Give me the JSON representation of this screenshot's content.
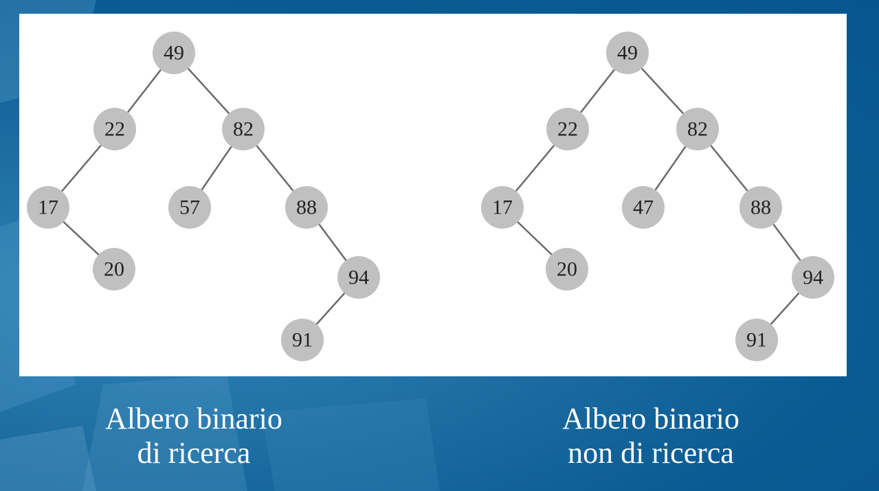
{
  "colors": {
    "node_fill": "#c0c0c0",
    "edge": "#6a6a6a",
    "panel": "#ffffff",
    "caption": "#ffffff"
  },
  "trees": [
    {
      "nodes": [
        {
          "id": "n49",
          "value": "49"
        },
        {
          "id": "n22",
          "value": "22"
        },
        {
          "id": "n82",
          "value": "82"
        },
        {
          "id": "n17",
          "value": "17"
        },
        {
          "id": "n57",
          "value": "57"
        },
        {
          "id": "n88",
          "value": "88"
        },
        {
          "id": "n20",
          "value": "20"
        },
        {
          "id": "n94",
          "value": "94"
        },
        {
          "id": "n91",
          "value": "91"
        }
      ],
      "edges": [
        [
          "n49",
          "n22"
        ],
        [
          "n49",
          "n82"
        ],
        [
          "n22",
          "n17"
        ],
        [
          "n17",
          "n20"
        ],
        [
          "n82",
          "n57"
        ],
        [
          "n82",
          "n88"
        ],
        [
          "n88",
          "n94"
        ],
        [
          "n94",
          "n91"
        ]
      ],
      "caption": [
        "Albero binario",
        "di ricerca"
      ]
    },
    {
      "nodes": [
        {
          "id": "n49",
          "value": "49"
        },
        {
          "id": "n22",
          "value": "22"
        },
        {
          "id": "n82",
          "value": "82"
        },
        {
          "id": "n17",
          "value": "17"
        },
        {
          "id": "n47",
          "value": "47"
        },
        {
          "id": "n88",
          "value": "88"
        },
        {
          "id": "n20",
          "value": "20"
        },
        {
          "id": "n94",
          "value": "94"
        },
        {
          "id": "n91",
          "value": "91"
        }
      ],
      "edges": [
        [
          "n49",
          "n22"
        ],
        [
          "n49",
          "n82"
        ],
        [
          "n22",
          "n17"
        ],
        [
          "n17",
          "n20"
        ],
        [
          "n82",
          "n47"
        ],
        [
          "n82",
          "n88"
        ],
        [
          "n88",
          "n94"
        ],
        [
          "n94",
          "n91"
        ]
      ],
      "caption": [
        "Albero binario",
        "non di ricerca"
      ]
    }
  ]
}
